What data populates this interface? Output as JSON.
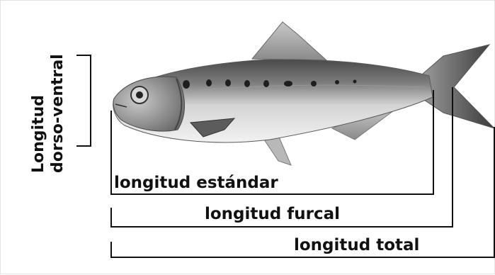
{
  "labels": {
    "dorso_ventral_line1": "Longitud",
    "dorso_ventral_line2": "dorso-ventral",
    "standard": "longitud estándar",
    "fork": "longitud furcal",
    "total": "longitud total"
  },
  "colors": {
    "line": "#111111",
    "text": "#111111",
    "background": "#ffffff"
  }
}
